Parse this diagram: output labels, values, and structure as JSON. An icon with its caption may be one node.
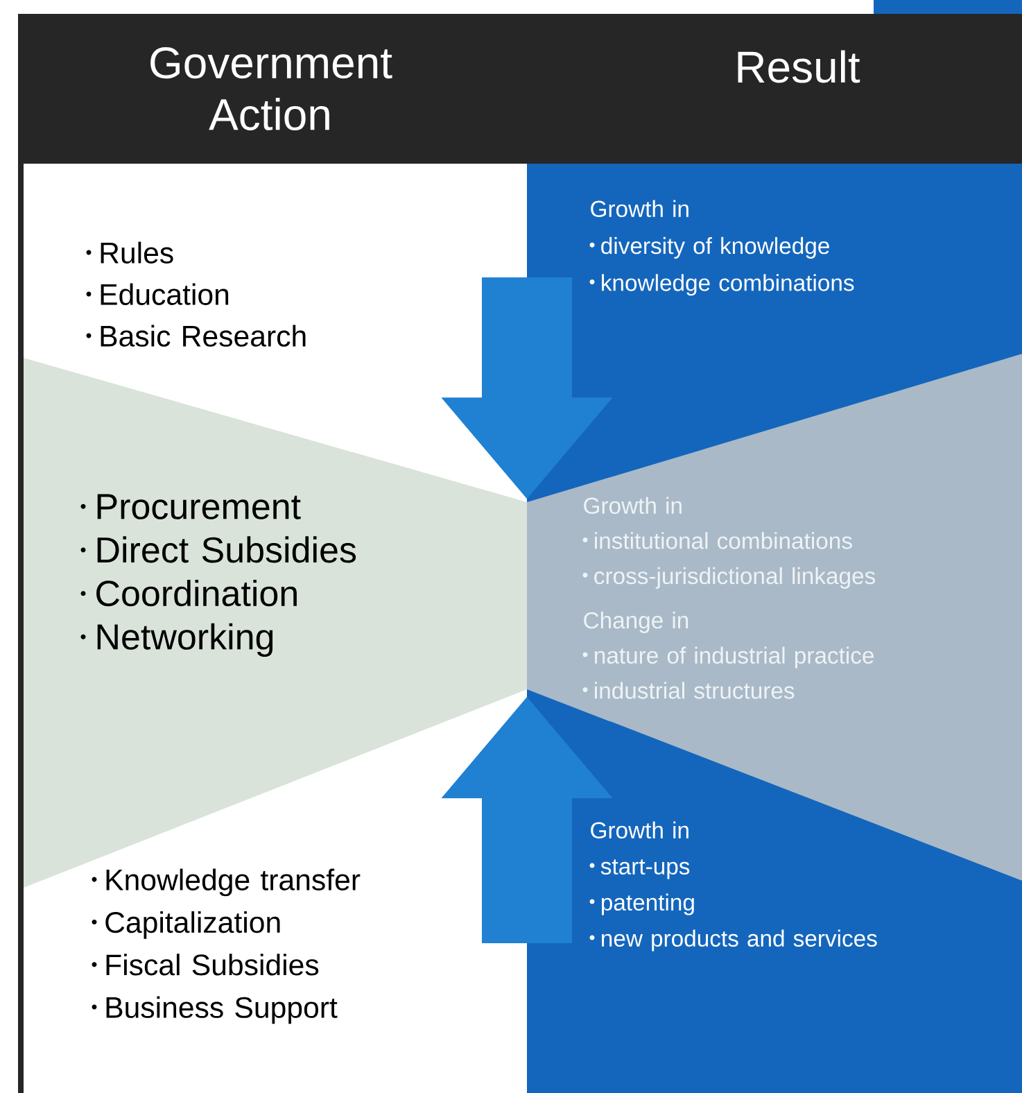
{
  "diagram": {
    "nodes": [
      {
        "text": [
          "Rules",
          "Education",
          "Basic Research"
        ]
      },
      {
        "text": [
          "Growth in",
          "diversity of knowledge",
          "knowledge combinations"
        ]
      },
      {
        "text": [
          "Procurement",
          "Direct Subsidies",
          "Coordination",
          "Networking"
        ]
      },
      {
        "text": [
          "Growth in",
          "institutional combinations",
          "cross-jurisdictional linkages",
          "Change in",
          "nature of industrial practice",
          "industrial structures"
        ]
      },
      {
        "text": [
          "Knowledge transfer",
          "Capitalization",
          "Fiscal Subsidies",
          "Business Support"
        ]
      },
      {
        "text": [
          "Growth in",
          "start-ups",
          "patenting",
          "new products and services"
        ]
      }
    ],
    "edges": [
      {
        "from": 1,
        "to": 3,
        "arrow": "to"
      },
      {
        "from": 5,
        "to": 3,
        "arrow": "to"
      }
    ],
    "labels": [
      "Government Action",
      "Result"
    ]
  }
}
